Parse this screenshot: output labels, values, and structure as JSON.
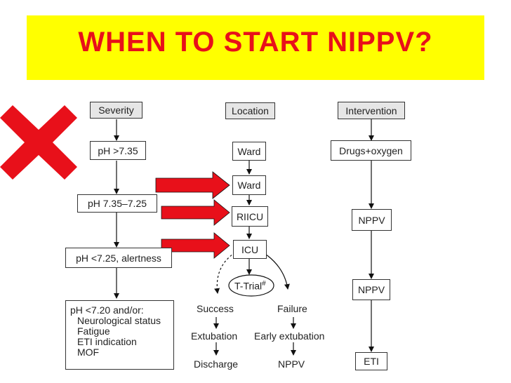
{
  "title": "WHEN TO START NIPPV?",
  "colors": {
    "title_bg": "#ffff00",
    "title_text": "#e8101a",
    "arrow_red": "#e8101a"
  },
  "icons": {
    "cross": "red-x-cross-icon"
  },
  "columns": {
    "severity": {
      "header": "Severity",
      "steps": [
        "pH >7.35",
        "pH 7.35–7.25",
        "pH <7.25, alertness"
      ],
      "last": [
        "pH <7.20 and/or:",
        "Neurological status",
        "Fatigue",
        "ETI indication",
        "MOF"
      ]
    },
    "location": {
      "header": "Location",
      "steps": [
        "Ward",
        "Ward",
        "RIICU",
        "ICU"
      ],
      "trial": "T-Trial",
      "trial_mark": "#",
      "success": "Success",
      "failure": "Failure",
      "extubation": "Extubation",
      "early_extubation": "Early extubation",
      "discharge": "Discharge",
      "nppv": "NPPV"
    },
    "intervention": {
      "header": "Intervention",
      "steps": [
        "Drugs+oxygen",
        "NPPV",
        "NPPV",
        "ETI"
      ]
    }
  }
}
